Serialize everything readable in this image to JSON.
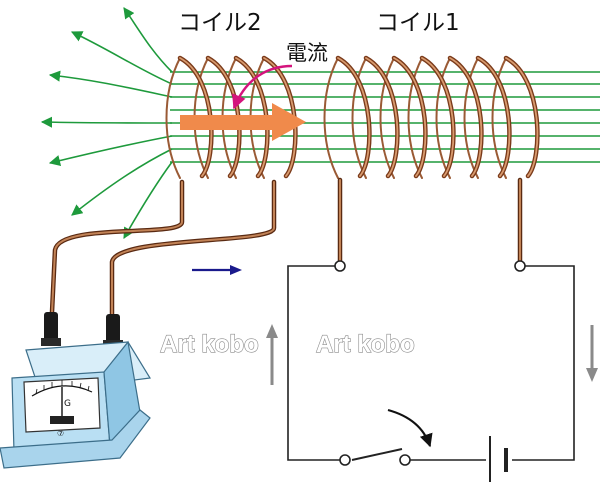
{
  "labels": {
    "coil2": "コイル2",
    "coil1": "コイル1",
    "current": "電流"
  },
  "watermark": {
    "left": "Art  kobo",
    "right": "Art  kobo"
  },
  "meter": {
    "symbol": "G",
    "badge": "⑦"
  },
  "colors": {
    "field_line": "#1e9a3c",
    "coil_wire": "#7a3a1a",
    "current_arrow": "#d4147d",
    "flux_arrow": "#f08a4b",
    "induced_arrow": "#1a1a8c",
    "meter_body": "#b9dff3",
    "circuit_wire": "#222222"
  }
}
